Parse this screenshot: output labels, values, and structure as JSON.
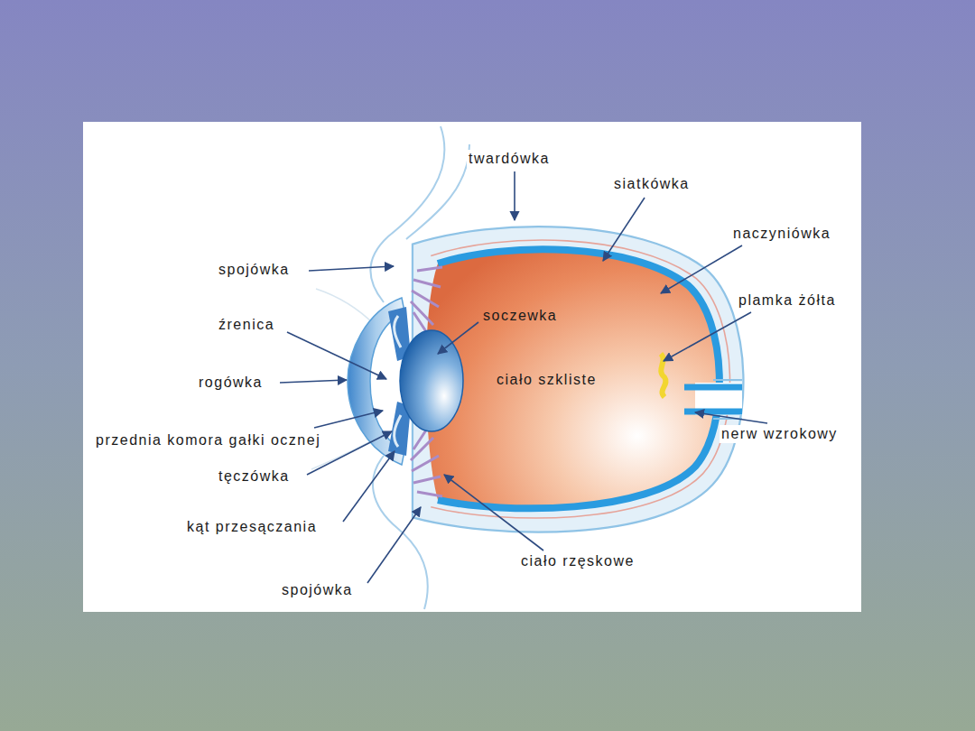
{
  "diagram": {
    "labels": [
      "twardówka",
      "siatkówka",
      "naczyniówka",
      "spojówka",
      "plamka żółta",
      "źrenica",
      "soczewka",
      "ciało szkliste",
      "rogówka",
      "przednia komora gałki ocznej",
      "nerw wzrokowy",
      "tęczówka",
      "kąt przesączania",
      "ciało rzęskowe",
      "spojówka"
    ]
  }
}
